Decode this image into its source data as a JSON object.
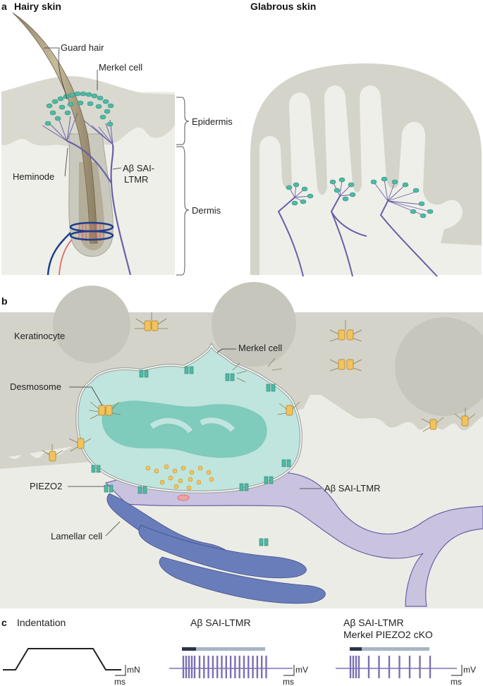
{
  "panel_a": {
    "letter": "a",
    "hairy_title": "Hairy skin",
    "glabrous_title": "Glabrous skin",
    "labels": {
      "guard_hair": "Guard hair",
      "merkel_cell": "Merkel cell",
      "epidermis": "Epidermis",
      "heminode": "Heminode",
      "ab_sai_1": "Aβ SAI-",
      "ab_sai_2": "LTMR",
      "dermis": "Dermis"
    }
  },
  "panel_b": {
    "letter": "b",
    "labels": {
      "keratinocyte": "Keratinocyte",
      "merkel_cell": "Merkel cell",
      "desmosome": "Desmosome",
      "piezo2": "PIEZO2",
      "ab_sai": "Aβ SAI-LTMR",
      "lamellar": "Lamellar cell"
    }
  },
  "panel_c": {
    "letter": "c",
    "indentation": {
      "title": "Indentation",
      "unit_y": "mN",
      "unit_x": "ms"
    },
    "sai": {
      "title": "Aβ SAI-LTMR",
      "unit_y": "mV",
      "unit_x": "ms"
    },
    "cko": {
      "title_1": "Aβ SAI-LTMR",
      "title_2": "Merkel PIEZO2 cKO",
      "unit_y": "mV",
      "unit_x": "ms"
    }
  },
  "colors": {
    "skin": "#dcdcd3",
    "dermis": "#efefe9",
    "merkel": "#4fb9a3",
    "merkel_cell_body": "#bfe5de",
    "nerve": "#6a60a8",
    "nerve_fill": "#c9c3e0",
    "lamellar": "#6a7dbb",
    "desmosome": "#f2c35c",
    "spike": "#7a70b5"
  }
}
